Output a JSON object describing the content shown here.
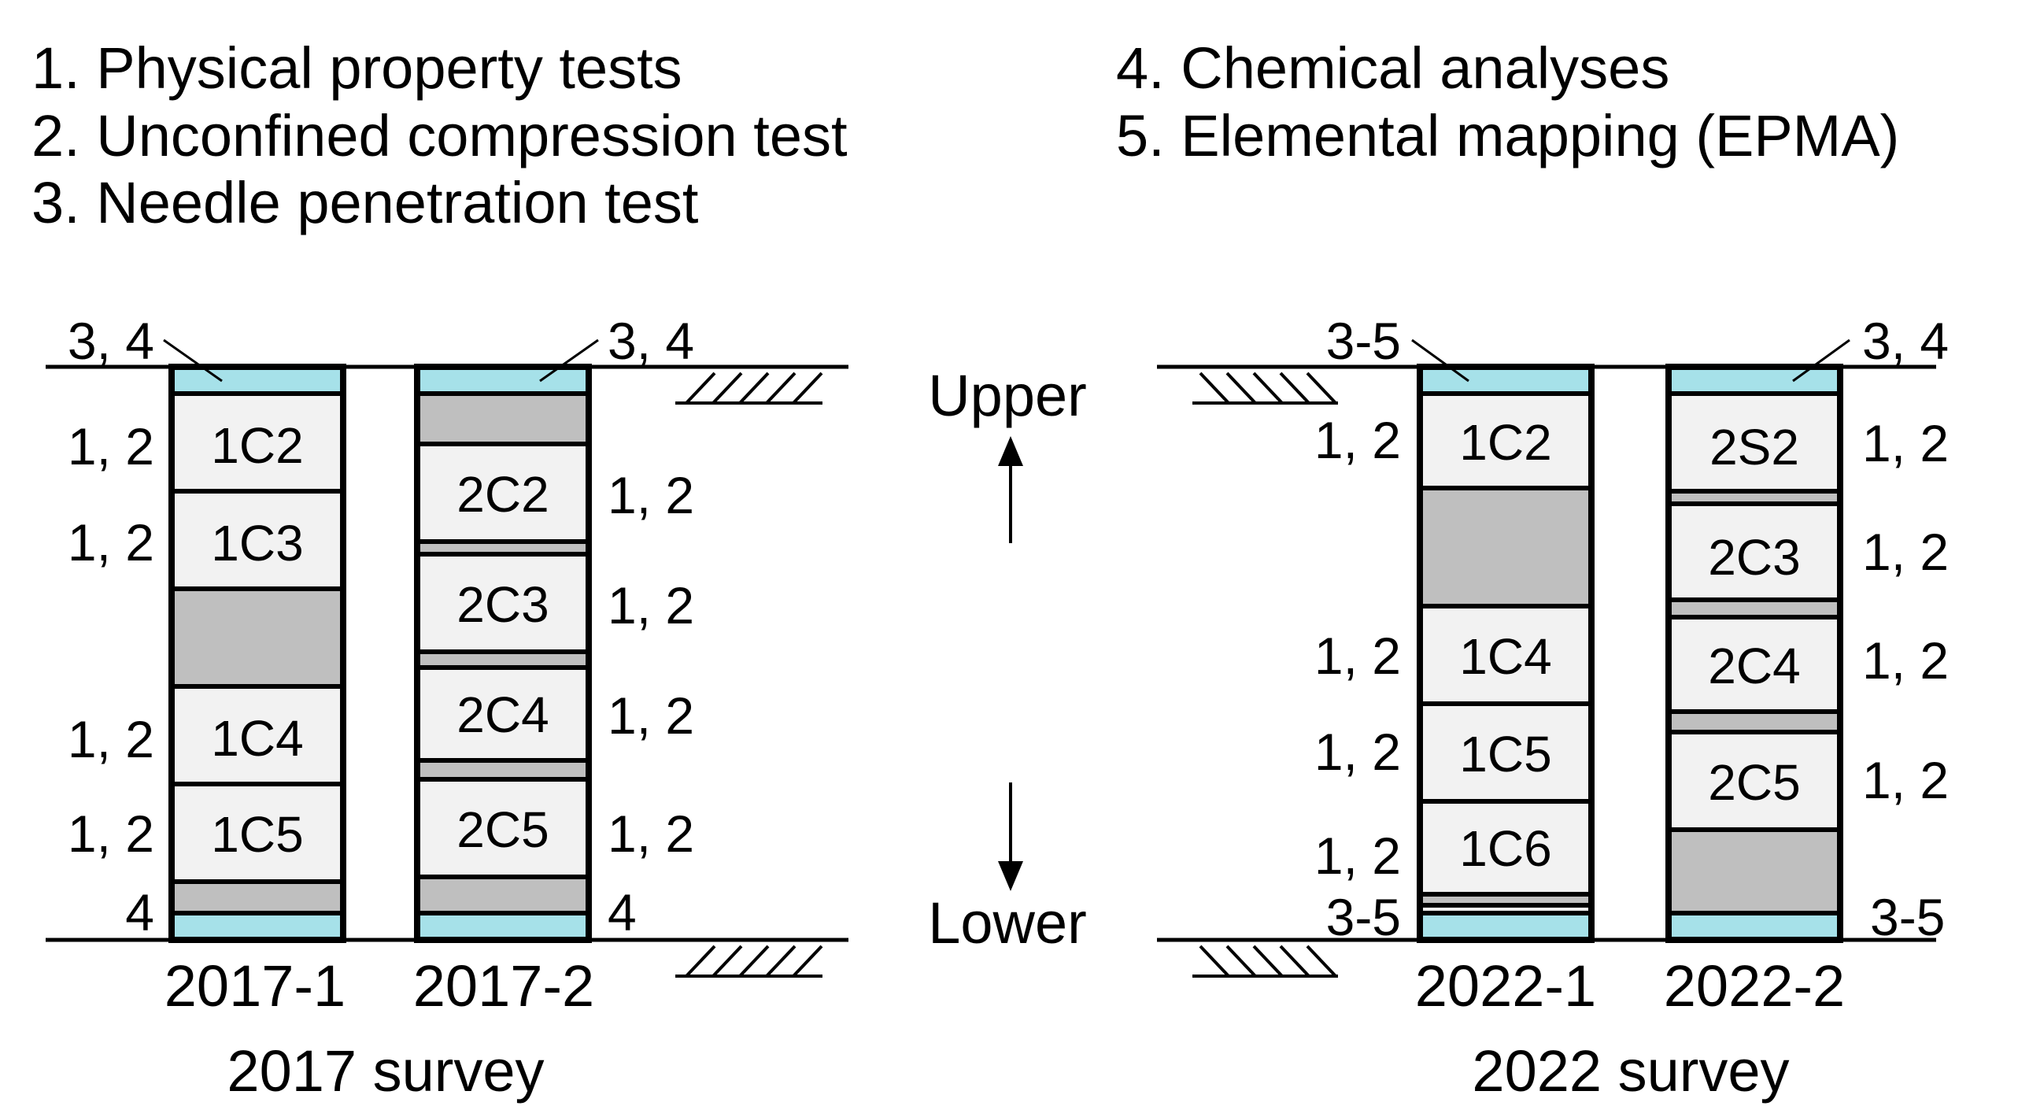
{
  "legend": {
    "items": [
      "1. Physical property tests",
      "2. Unconfined compression test",
      "3. Needle penetration test",
      "4. Chemical analyses",
      "5. Elemental mapping (EPMA)"
    ]
  },
  "direction": {
    "upper": "Upper",
    "lower": "Lower"
  },
  "surveys": [
    {
      "title": "2017 survey",
      "columns": [
        "2017-1",
        "2017-2"
      ]
    },
    {
      "title": "2022 survey",
      "columns": [
        "2022-1",
        "2022-2"
      ]
    }
  ],
  "columns": {
    "c2017_1": {
      "top_tests": "3, 4",
      "bottom_tests": "4",
      "samples": [
        {
          "id": "1C2",
          "tests": "1, 2"
        },
        {
          "id": "1C3",
          "tests": "1, 2"
        },
        {
          "id": "1C4",
          "tests": "1, 2"
        },
        {
          "id": "1C5",
          "tests": "1, 2"
        }
      ]
    },
    "c2017_2": {
      "top_tests": "3, 4",
      "bottom_tests": "4",
      "samples": [
        {
          "id": "2C2",
          "tests": "1, 2"
        },
        {
          "id": "2C3",
          "tests": "1, 2"
        },
        {
          "id": "2C4",
          "tests": "1, 2"
        },
        {
          "id": "2C5",
          "tests": "1, 2"
        }
      ]
    },
    "c2022_1": {
      "top_tests": "3-5",
      "bottom_tests": "3-5",
      "samples": [
        {
          "id": "1C2",
          "tests": "1, 2"
        },
        {
          "id": "1C4",
          "tests": "1, 2"
        },
        {
          "id": "1C5",
          "tests": "1, 2"
        },
        {
          "id": "1C6",
          "tests": "1, 2"
        }
      ]
    },
    "c2022_2": {
      "top_tests": "3, 4",
      "bottom_tests": "3-5",
      "samples": [
        {
          "id": "2S2",
          "tests": "1, 2"
        },
        {
          "id": "2C3",
          "tests": "1, 2"
        },
        {
          "id": "2C4",
          "tests": "1, 2"
        },
        {
          "id": "2C5",
          "tests": "1, 2"
        }
      ]
    }
  },
  "colors": {
    "cap_layer": "#a6e1e9",
    "untested_segment": "#bfbfbf",
    "sample_segment": "#f2f2f2"
  }
}
